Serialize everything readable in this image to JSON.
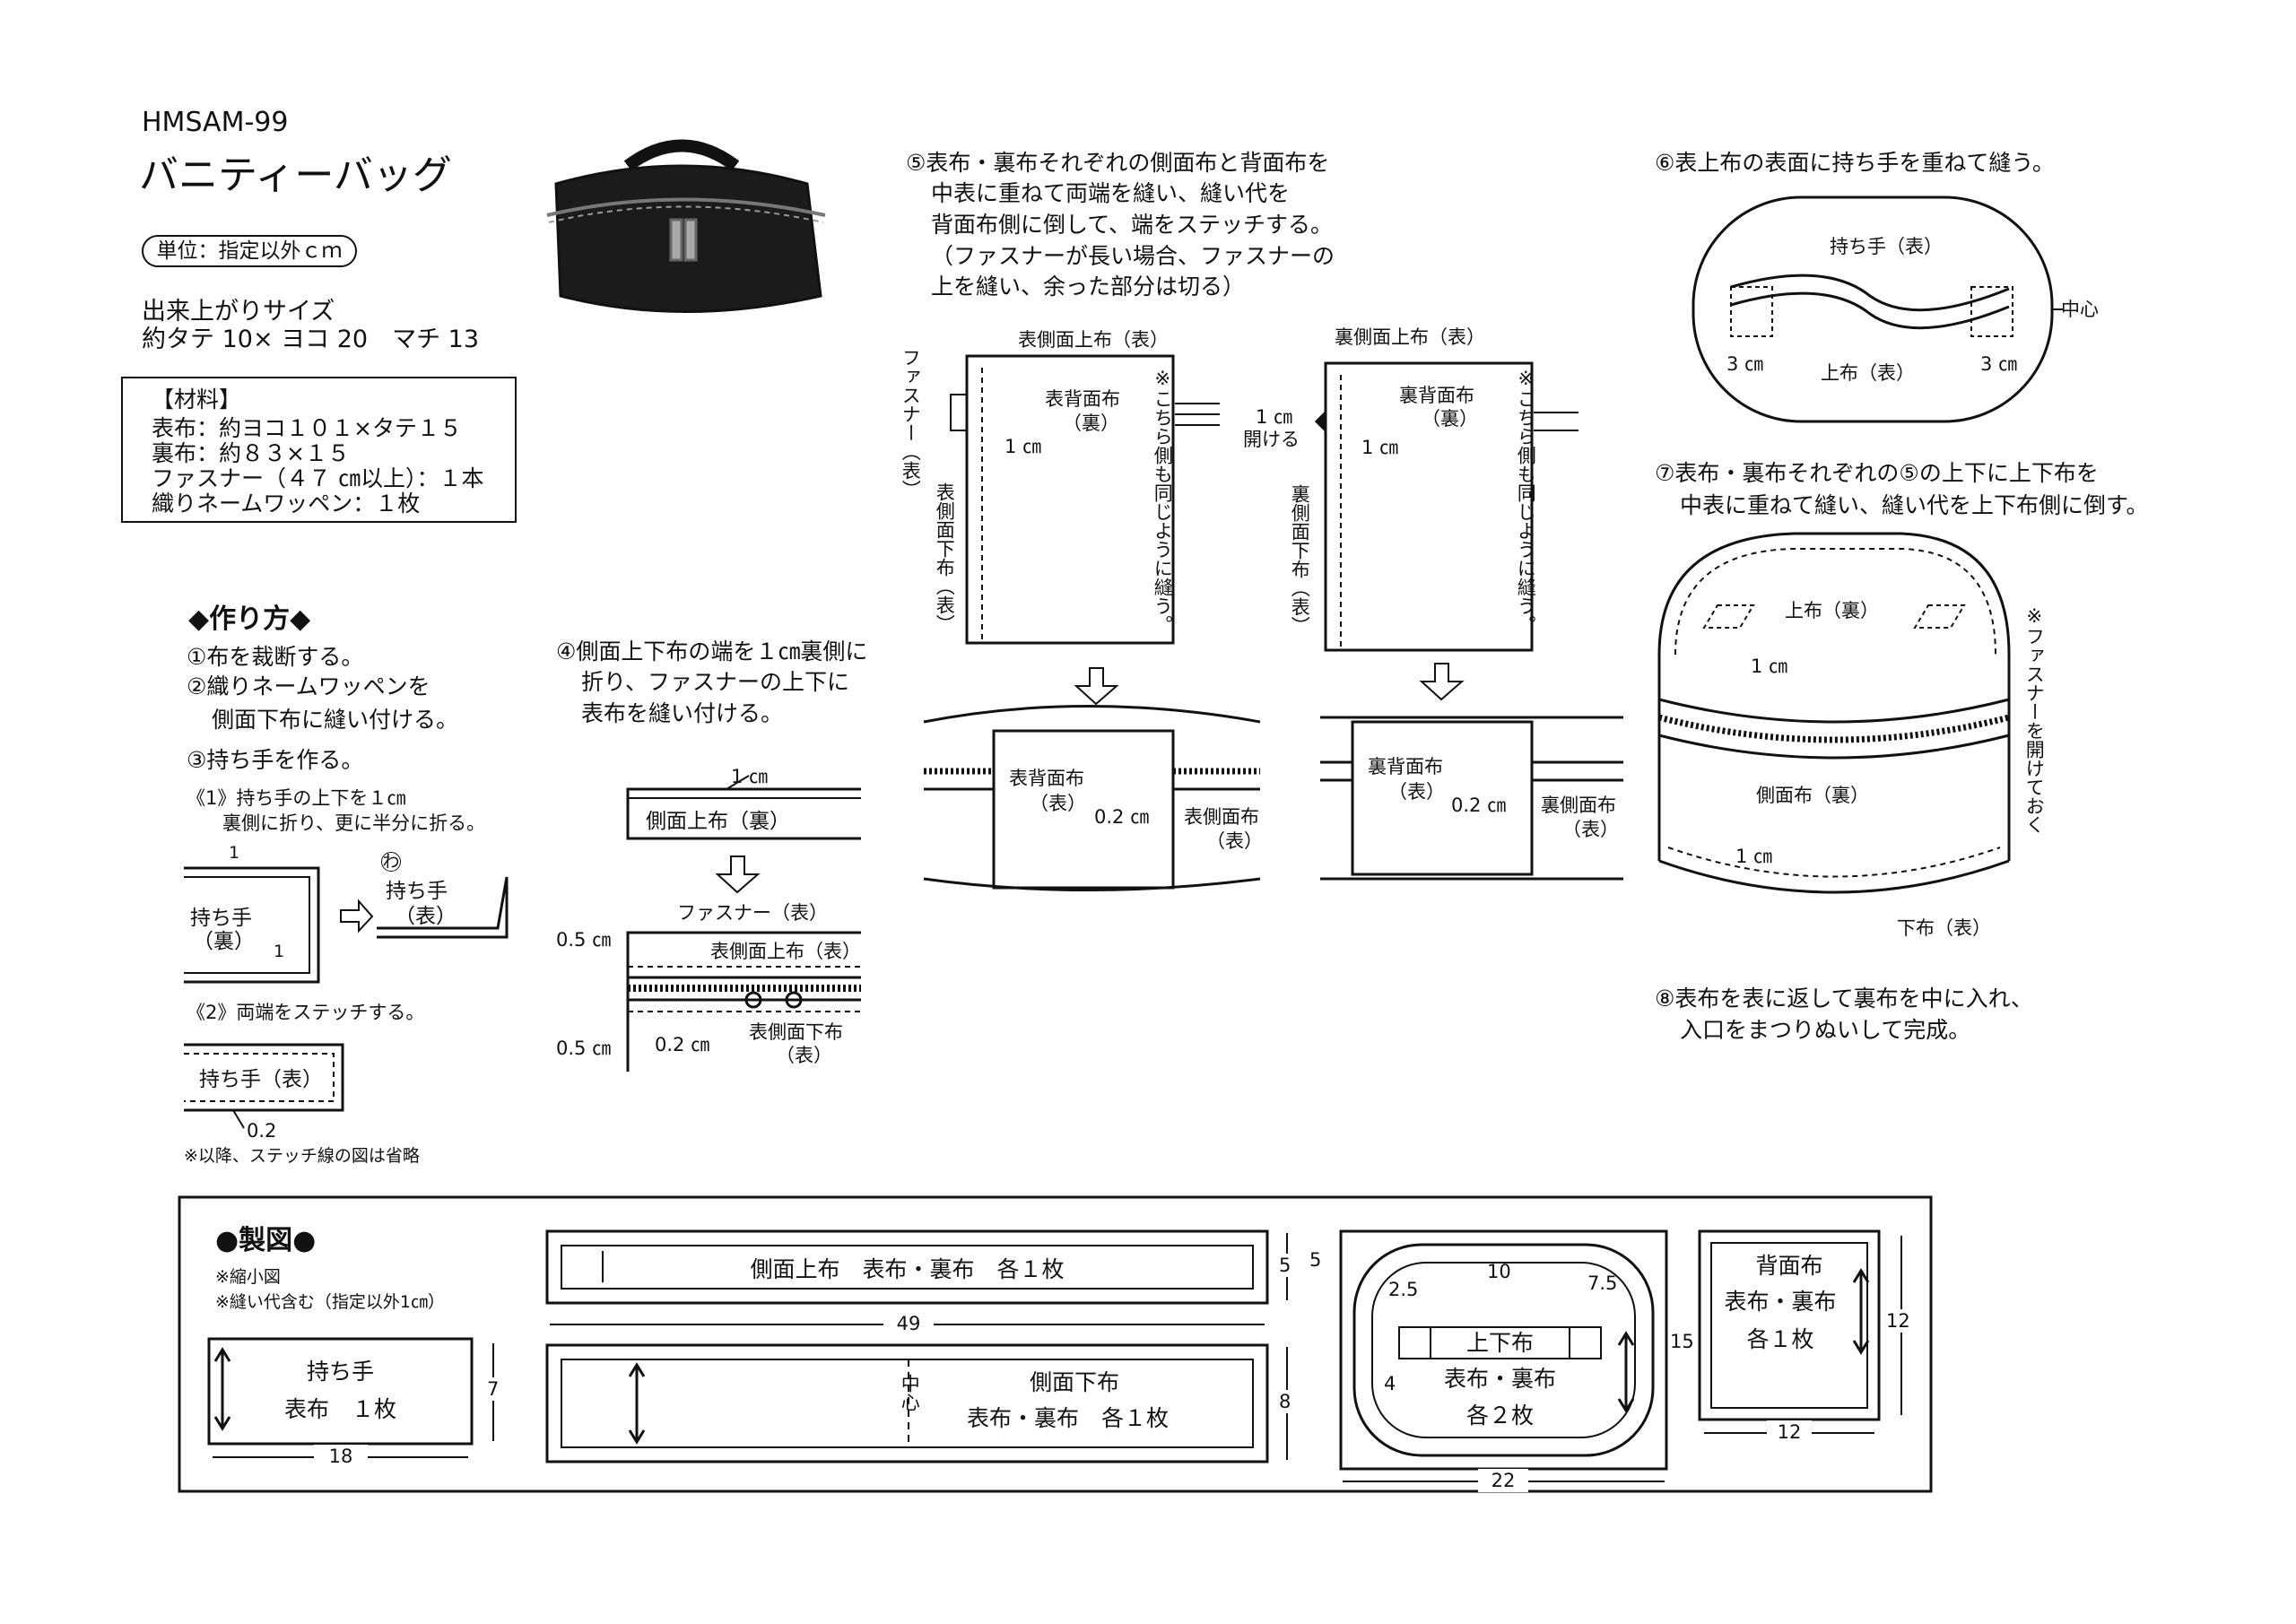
{
  "header": {
    "product_code": "HMSAM-99",
    "title": "バニティーバッグ",
    "unit_label": "単位：指定以外ｃｍ",
    "size_heading": "出来上がりサイズ",
    "size_value": "約タテ 10× ヨコ 20　マチ 13"
  },
  "materials": {
    "heading": "【材料】",
    "items": [
      "表布：約ヨコ１０１×タテ１５",
      "裏布：約８３×１５",
      "ファスナー（４７ ㎝以上）：１本",
      "織りネームワッペン：１枚"
    ]
  },
  "howto": {
    "heading": "◆作り方◆",
    "step1": "①布を裁断する。",
    "step2a": "②織りネームワッペンを",
    "step2b": "側面下布に縫い付ける。",
    "step3": "③持ち手を作る。",
    "sub1a": "《1》持ち手の上下を１㎝",
    "sub1b": "裏側に折り、更に半分に折る。",
    "sub2": "《2》両端をステッチする。",
    "note": "※以降、ステッチ線の図は省略",
    "fig1_one_top": "1",
    "fig1_one_bottom": "1",
    "fig1_label": "持ち手",
    "fig1_label_sub": "（裏）",
    "fig1_mark": "わ",
    "fig1_result": "持ち手",
    "fig1_result_sub": "（表）",
    "fig2_label": "持ち手（表）",
    "fig2_dim": "0.2"
  },
  "step4": {
    "text_a": "④側面上下布の端を１㎝裏側に",
    "text_b": "折り、ファスナーの上下に",
    "text_c": "表布を縫い付ける。",
    "dim_1cm": "1 ㎝",
    "side_top_label": "側面上布（裏）",
    "zipper_label": "ファスナー（表）",
    "outer_top_label": "表側面上布（表）",
    "outer_bottom_label": "表側面下布",
    "outer_bottom_sub": "（表）",
    "dim_05_top": "0.5 ㎝",
    "dim_05_bottom": "0.5 ㎝",
    "dim_02": "0.2 ㎝"
  },
  "step5": {
    "text_a": "⑤表布・裏布それぞれの側面布と背面布を",
    "text_b": "中表に重ねて両端を縫い、縫い代を",
    "text_c": "背面布側に倒して、端をステッチする。",
    "text_d": "（ファスナーが長い場合、ファスナーの",
    "text_e": "上を縫い、余った部分は切る）",
    "a_top_label": "表側面上布（表）",
    "a_zipper_vert": "ファスナー（表）",
    "a_back_label": "表背面布",
    "a_back_sub": "（裏）",
    "a_dim": "1 ㎝",
    "a_lower_vert": "表側面下布（表）",
    "a_note_vert": "※こちら側も同じように縫う。",
    "b_top_label": "裏側面上布（表）",
    "b_back_label": "裏背面布",
    "b_back_sub": "（裏）",
    "b_open_a": "1 ㎝",
    "b_open_b": "開ける",
    "b_dim": "1 ㎝",
    "b_lower_vert": "裏側面下布（表）",
    "b_note_vert": "※こちら側も同じように縫う。",
    "c_back_label": "表背面布",
    "c_back_sub": "（表）",
    "c_dim": "0.2 ㎝",
    "c_side_label": "表側面布",
    "c_side_sub": "（表）",
    "d_back_label": "裏背面布",
    "d_back_sub": "（表）",
    "d_dim": "0.2 ㎝",
    "d_side_label": "裏側面布",
    "d_side_sub": "（表）"
  },
  "step6": {
    "text": "⑥表上布の表面に持ち手を重ねて縫う。",
    "handle_label": "持ち手（表）",
    "center_label": "中心",
    "dim_left": "3 ㎝",
    "dim_right": "3 ㎝",
    "top_label": "上布（表）"
  },
  "step7": {
    "text_a": "⑦表布・裏布それぞれの⑤の上下に上下布を",
    "text_b": "中表に重ねて縫い、縫い代を上下布側に倒す。",
    "top_label": "上布（裏）",
    "dim_top": "1 ㎝",
    "side_label": "側面布（裏）",
    "dim_bottom": "1 ㎝",
    "bottom_label": "下布（表）",
    "note_vert": "※ファスナーを開けておく"
  },
  "step8": {
    "text_a": "⑧表布を表に返して裏布を中に入れ、",
    "text_b": "入口をまつりぬいして完成。"
  },
  "pattern": {
    "heading": "●製図●",
    "note1": "※縮小図",
    "note2": "※縫い代含む（指定以外1㎝）",
    "handle_title": "持ち手",
    "handle_sub": "表布　１枚",
    "handle_w": "18",
    "handle_h": "7",
    "side_top_title": "側面上布　表布・裏布　各１枚",
    "side_top_h": "5",
    "side_len": "49",
    "side_bottom_title": "側面下布",
    "side_bottom_sub": "表布・裏布　各１枚",
    "side_bottom_center": "中心",
    "side_bottom_h": "8",
    "tb_left": "5",
    "tb_r1": "2.5",
    "tb_top": "10",
    "tb_r2": "7.5",
    "tb_title": "上下布",
    "tb_sub1": "表布・裏布",
    "tb_sub2": "各２枚",
    "tb_r3": "4",
    "tb_h": "15",
    "tb_w": "22",
    "back_title": "背面布",
    "back_sub1": "表布・裏布",
    "back_sub2": "各１枚",
    "back_h": "12",
    "back_w": "12"
  }
}
